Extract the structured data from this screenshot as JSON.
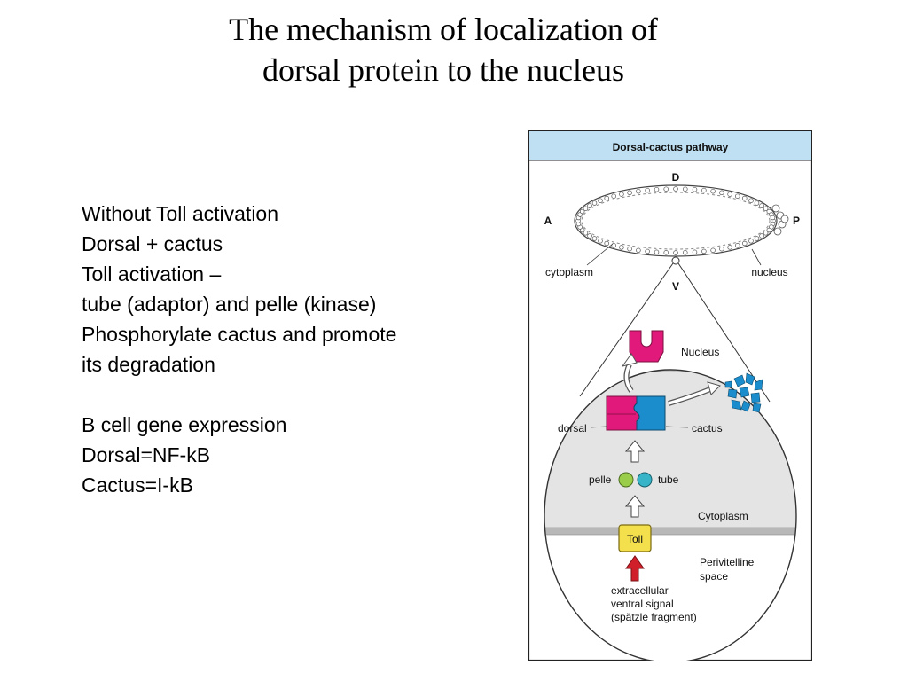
{
  "title": {
    "line1": "The mechanism of localization of",
    "line2": "dorsal protein to the nucleus"
  },
  "notes": {
    "lines_a": [
      "Without Toll activation",
      "Dorsal + cactus",
      "Toll activation –",
      "tube (adaptor) and pelle (kinase)",
      "Phosphorylate cactus and promote",
      "its degradation"
    ],
    "lines_b": [
      "B cell gene expression",
      "Dorsal=NF-kB",
      "Cactus=I-kB"
    ]
  },
  "figure": {
    "header": "Dorsal-cactus pathway",
    "axis": {
      "dorsal": "D",
      "ventral": "V",
      "anterior": "A",
      "posterior": "P"
    },
    "labels": {
      "cytoplasm_top": "cytoplasm",
      "nucleus_top": "nucleus",
      "nucleus": "Nucleus",
      "dorsal": "dorsal",
      "cactus": "cactus",
      "pelle": "pelle",
      "tube": "tube",
      "cytoplasm": "Cytoplasm",
      "toll": "Toll",
      "perivitelline_1": "Perivitelline",
      "perivitelline_2": "space",
      "signal_1": "extracellular",
      "signal_2": "ventral signal",
      "signal_3": "(spätzle fragment)"
    },
    "colors": {
      "header_bg": "#bfe0f2",
      "dorsal": "#e0197a",
      "cactus": "#1b8ccc",
      "pelle": "#9acd4a",
      "tube": "#38b4c8",
      "toll": "#f4e04d",
      "signal_arrow": "#d01f2a",
      "cell_bg": "#e4e4e4",
      "nucleus_bg": "#c8c8c8"
    }
  }
}
